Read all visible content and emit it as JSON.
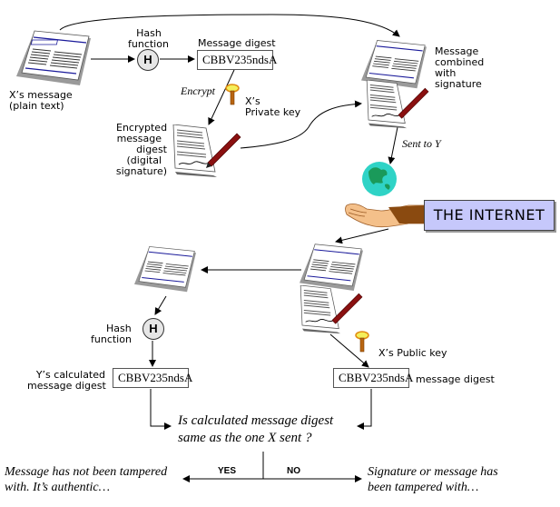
{
  "sender": {
    "message_label_line1": "X’s  message",
    "message_label_line2": "(plain text)",
    "hash_label_line1": "Hash",
    "hash_label_line2": "function",
    "hash_symbol": "H",
    "digest_title": "Message  digest",
    "digest_value": "CBBV235ndsA",
    "encrypt_label": "Encrypt",
    "private_key_line1": "X’s",
    "private_key_line2": "Private  key",
    "encrypted_line1": "Encrypted",
    "encrypted_line2": "message",
    "encrypted_line3": "digest",
    "encrypted_line4": "(digital",
    "encrypted_line5": "signature)",
    "combined_line1": "Message",
    "combined_line2": "combined",
    "combined_line3": "with",
    "combined_line4": "signature",
    "sent_label": "Sent to Y"
  },
  "network": {
    "internet_label": "THE  INTERNET",
    "globe_color": "#2fd3c6",
    "box_color": "#c6c8fb"
  },
  "receiver": {
    "hash_label_line1": "Hash",
    "hash_label_line2": "function",
    "hash_symbol": "H",
    "calc_label_line1": "Y’s  calculated",
    "calc_label_line2": "message  digest",
    "calc_digest_value": "CBBV235ndsA",
    "public_key_label": "X’s  Public  key",
    "decrypted_digest_value": "CBBV235ndsA",
    "decrypted_digest_label": "message  digest"
  },
  "decision": {
    "question_line1": "Is calculated message digest",
    "question_line2": "same as the one X sent ?",
    "yes_label": "YES",
    "no_label": "NO",
    "yes_outcome_line1": "Message has not been tampered",
    "yes_outcome_line2": "with. It’s authentic…",
    "no_outcome_line1": "Signature or message has",
    "no_outcome_line2": "been tampered with…"
  },
  "icons": {
    "document": "newspaper-document-icon",
    "signed_document": "signed-document-icon",
    "pen": "pen-icon",
    "key": "key-icon",
    "globe": "globe-icon",
    "hand": "hand-icon"
  }
}
